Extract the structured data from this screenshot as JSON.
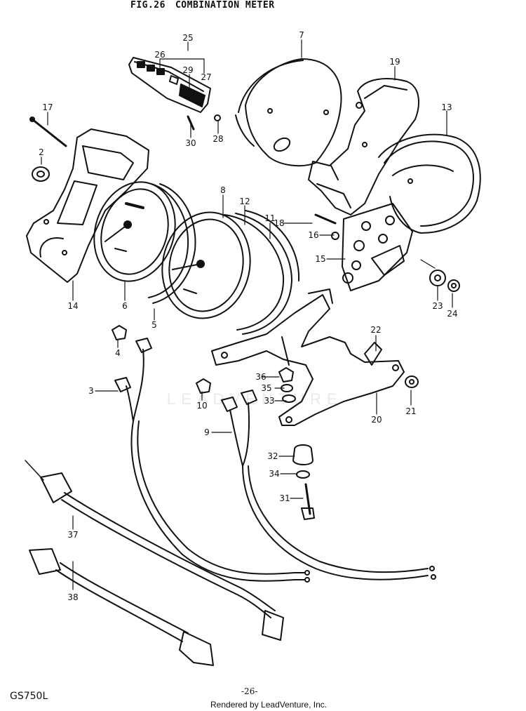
{
  "header": {
    "fig_number": "FIG.26",
    "fig_title": "COMBINATION METER"
  },
  "callouts": [
    {
      "id": "c25",
      "label": "25"
    },
    {
      "id": "c26",
      "label": "26"
    },
    {
      "id": "c27",
      "label": "27"
    },
    {
      "id": "c29",
      "label": "29"
    },
    {
      "id": "c30",
      "label": "30"
    },
    {
      "id": "c28",
      "label": "28"
    },
    {
      "id": "c7",
      "label": "7"
    },
    {
      "id": "c19",
      "label": "19"
    },
    {
      "id": "c13",
      "label": "13"
    },
    {
      "id": "c17",
      "label": "17"
    },
    {
      "id": "c2",
      "label": "2"
    },
    {
      "id": "c8",
      "label": "8"
    },
    {
      "id": "c12",
      "label": "12"
    },
    {
      "id": "c11",
      "label": "11"
    },
    {
      "id": "c18",
      "label": "18"
    },
    {
      "id": "c16",
      "label": "16"
    },
    {
      "id": "c15",
      "label": "15"
    },
    {
      "id": "c14",
      "label": "14"
    },
    {
      "id": "c6",
      "label": "6"
    },
    {
      "id": "c5",
      "label": "5"
    },
    {
      "id": "c23",
      "label": "23"
    },
    {
      "id": "c24",
      "label": "24"
    },
    {
      "id": "c4",
      "label": "4"
    },
    {
      "id": "c22",
      "label": "22"
    },
    {
      "id": "c3",
      "label": "3"
    },
    {
      "id": "c36",
      "label": "36"
    },
    {
      "id": "c35",
      "label": "35"
    },
    {
      "id": "c33",
      "label": "33"
    },
    {
      "id": "c10",
      "label": "10"
    },
    {
      "id": "c21",
      "label": "21"
    },
    {
      "id": "c9",
      "label": "9"
    },
    {
      "id": "c20",
      "label": "20"
    },
    {
      "id": "c32",
      "label": "32"
    },
    {
      "id": "c34",
      "label": "34"
    },
    {
      "id": "c31",
      "label": "31"
    },
    {
      "id": "c37",
      "label": "37"
    },
    {
      "id": "c38",
      "label": "38"
    }
  ],
  "watermark": "LEADVENTURE",
  "footer": {
    "model": "GS750L",
    "page": "-26-",
    "credit": "Rendered by LeadVenture, Inc."
  }
}
